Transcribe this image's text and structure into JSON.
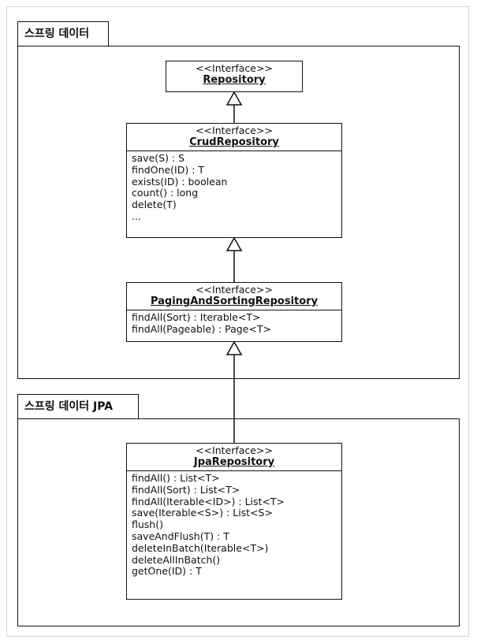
{
  "packages": {
    "spring_data": {
      "label": "스프링 데이터"
    },
    "spring_data_jpa": {
      "label": "스프링 데이터 JPA"
    }
  },
  "classes": {
    "repository": {
      "stereotype": "<<Interface>>",
      "name": "Repository",
      "methods": []
    },
    "crud": {
      "stereotype": "<<Interface>>",
      "name": "CrudRepository",
      "methods": [
        "save(S) : S",
        "findOne(ID) : T",
        "exists(ID) : boolean",
        "count() : long",
        "delete(T)",
        "..."
      ]
    },
    "paging": {
      "stereotype": "<<Interface>>",
      "name": "PagingAndSortingRepository",
      "methods": [
        "findAll(Sort) : Iterable<T>",
        "findAll(Pageable) : Page<T>"
      ]
    },
    "jpa": {
      "stereotype": "<<Interface>>",
      "name": "JpaRepository",
      "methods": [
        "findAll() : List<T>",
        "findAll(Sort) : List<T>",
        "findAll(Iterable<ID>) : List<T>",
        "save(Iterable<S>) : List<S>",
        "flush()",
        "saveAndFlush(T) : T",
        "deleteInBatch(Iterable<T>)",
        "deleteAllInBatch()",
        "getOne(ID) : T"
      ]
    }
  }
}
